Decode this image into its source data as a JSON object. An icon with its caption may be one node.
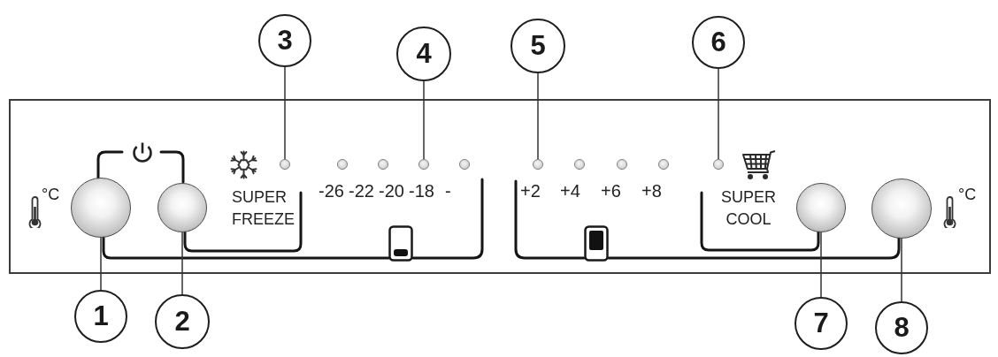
{
  "diagram": {
    "nodes": [
      {
        "text": [
          "3"
        ]
      },
      {
        "text": [
          "4"
        ]
      },
      {
        "text": [
          "5"
        ]
      },
      {
        "text": [
          "6"
        ]
      },
      {
        "text": [],
        "shape": "circle"
      },
      {
        "text": [],
        "shape": "circle"
      },
      {
        "text": [],
        "shape": "circle"
      },
      {
        "text": [],
        "shape": "circle"
      },
      {
        "text": [],
        "shape": "circle"
      },
      {
        "text": [],
        "shape": "circle"
      },
      {
        "text": [],
        "shape": "circle"
      },
      {
        "text": [],
        "shape": "circle"
      },
      {
        "text": [],
        "shape": "circle"
      },
      {
        "text": [],
        "shape": "circle"
      },
      {
        "text": [],
        "shape": "circle"
      },
      {
        "text": [],
        "shape": "circle"
      },
      {
        "text": [],
        "shape": "circle"
      },
      {
        "text": [],
        "shape": "circle"
      },
      {
        "text": [
          "1"
        ]
      },
      {
        "text": [
          "2"
        ]
      },
      {
        "text": [
          "7"
        ]
      },
      {
        "text": [
          "8"
        ]
      }
    ],
    "edges": [
      {
        "from": 0,
        "to": 6,
        "arrow": "none"
      },
      {
        "from": 1,
        "to": 9,
        "arrow": "none"
      },
      {
        "from": 2,
        "to": 11,
        "arrow": "none"
      },
      {
        "from": 3,
        "to": 15,
        "arrow": "none"
      },
      {
        "from": 18,
        "to": 4,
        "arrow": "none"
      },
      {
        "from": 19,
        "to": 5,
        "arrow": "none"
      },
      {
        "from": 20,
        "to": 16,
        "arrow": "none"
      },
      {
        "from": 21,
        "to": 17,
        "arrow": "none"
      }
    ],
    "labels": [
      "°C",
      "SUPER FREEZE",
      "-26",
      "-22",
      "-20",
      "-18",
      "-",
      "+2",
      "+4",
      "+6",
      "+8",
      "SUPER COOL",
      "°C"
    ]
  }
}
